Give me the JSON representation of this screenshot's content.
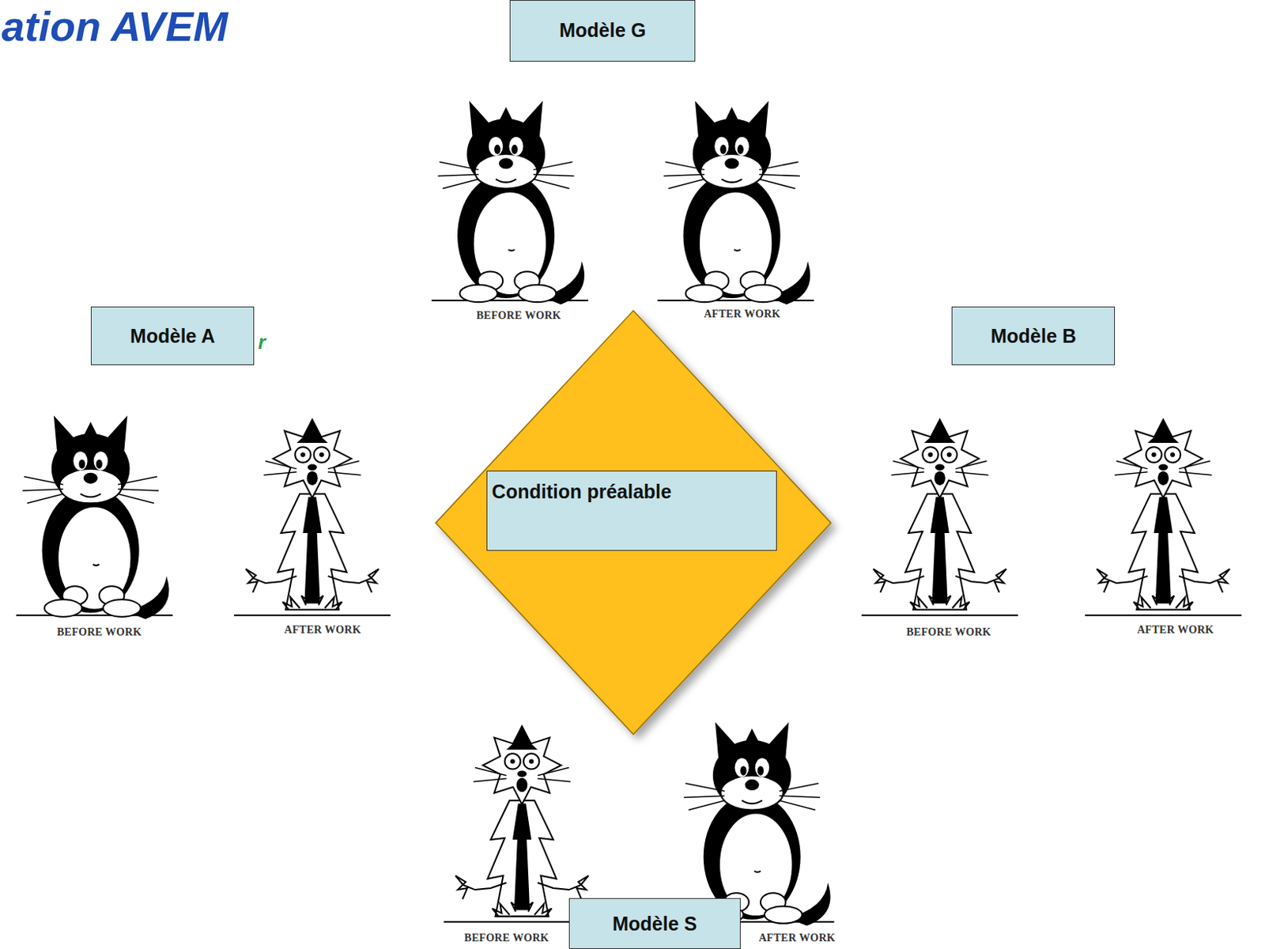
{
  "diagram": {
    "title": "ation AVEM",
    "nodes": [
      {
        "text": [
          "Modèle G"
        ]
      },
      {
        "text": [
          "Modèle A"
        ]
      },
      {
        "text": [
          "Modèle B"
        ]
      },
      {
        "text": [
          "Condition préalable"
        ]
      },
      {
        "text": [
          "Modèle S"
        ]
      }
    ],
    "labels": [
      "BEFORE WORK",
      "AFTER WORK",
      "r",
      "BEFORE WORK",
      "AFTER WORK",
      "BEFORE WORK",
      "AFTER WORK",
      "BEFORE WORK",
      "AFTER WORK"
    ]
  }
}
